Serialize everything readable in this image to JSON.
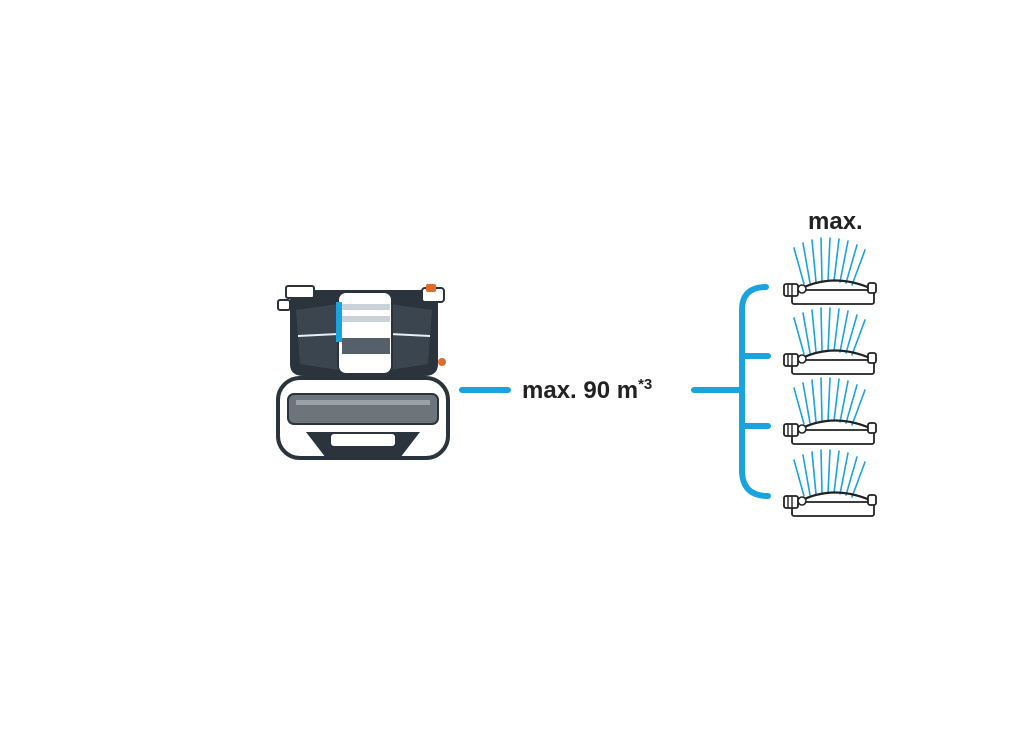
{
  "colors": {
    "accent": "#1aa3df",
    "ink": "#222222",
    "pump_dark": "#3a4550",
    "pump_highlight": "#e8f0f4",
    "orange": "#e06a2a"
  },
  "pump": {
    "icon": "pump-icon"
  },
  "connection": {
    "label_main": "max. 90 m",
    "label_sup": "*3"
  },
  "sprinklers": {
    "heading": "max.",
    "icon": "sprinkler-icon",
    "count": 4
  }
}
